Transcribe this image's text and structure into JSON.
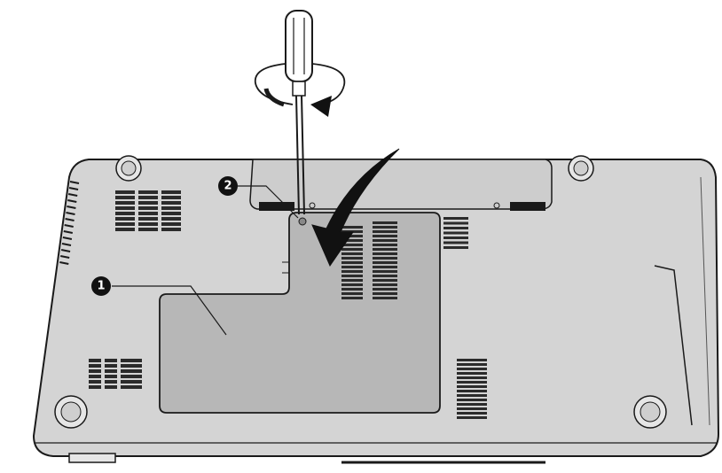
{
  "diagram": {
    "callouts": [
      {
        "id": "1",
        "label": "1"
      },
      {
        "id": "2",
        "label": "2"
      }
    ],
    "colors": {
      "base": "#d4d4d4",
      "cover": "#b7b7b7",
      "outline": "#1a1a1a",
      "vent": "#2b2b2b",
      "arrow": "#111111",
      "callout": "#111111"
    }
  }
}
